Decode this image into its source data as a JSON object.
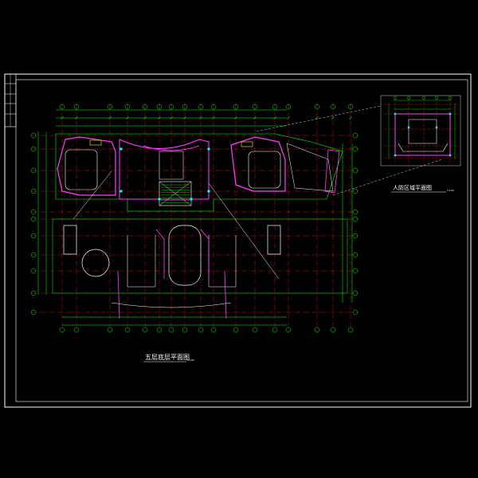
{
  "drawing": {
    "background": "#000000",
    "colors": {
      "border": "#ffffff",
      "axis": "#ff2020",
      "dimension": "#00ff00",
      "wall": "#ff40ff",
      "room": "#ffffff",
      "yellow": "#ffff00",
      "cyan": "#00ffff"
    },
    "main_plan_title": "五层底层平面图",
    "main_plan_scale": "1:100",
    "inset_title": "人防区域平面图",
    "inset_scale": "1:100"
  }
}
